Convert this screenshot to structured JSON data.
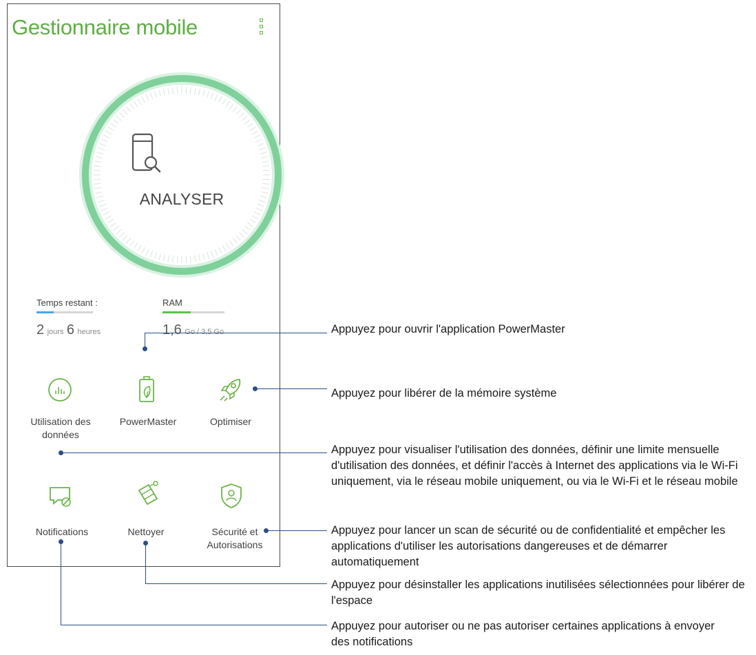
{
  "app": {
    "title": "Gestionnaire mobile",
    "accent_color": "#5fae44",
    "gauge_color": "#7fd09a",
    "menu_icon": "overflow-menu-icon"
  },
  "scan": {
    "label": "ANALYSER",
    "icon": "phone-search-icon"
  },
  "stats": {
    "battery": {
      "label": "Temps restant :",
      "value_days": "2",
      "unit_days": "jours",
      "value_hours": "6",
      "unit_hours": "heures",
      "bar_color": "#4aa8e0",
      "bar_fraction": 0.3
    },
    "ram": {
      "label": "RAM",
      "value": "1,6",
      "unit": "Go / 3,5 Go",
      "bar_color": "#5fbf4c",
      "bar_fraction": 0.46
    }
  },
  "tiles": [
    {
      "label": "Utilisation des données",
      "icon": "data-usage-icon"
    },
    {
      "label": "PowerMaster",
      "icon": "battery-leaf-icon"
    },
    {
      "label": "Optimiser",
      "icon": "rocket-icon"
    },
    {
      "label": "Notifications",
      "icon": "notification-block-icon"
    },
    {
      "label": "Nettoyer",
      "icon": "broom-icon"
    },
    {
      "label": "Sécurité et Autorisations",
      "icon": "shield-user-icon"
    }
  ],
  "callouts": {
    "powermaster": "Appuyez pour ouvrir l'application PowerMaster",
    "optimiser": "Appuyez pour libérer de la mémoire système",
    "data_usage": "Appuyez pour visualiser l'utilisation des données, définir une limite mensuelle d'utilisation des données, et définir l'accès à Internet des applications via le Wi-Fi uniquement, via le réseau mobile uniquement, ou via le Wi-Fi et le réseau mobile",
    "security": "Appuyez pour lancer un scan de sécurité ou de confidentialité et empêcher les applications d'utiliser les autorisations dangereuses et de démarrer automatiquement",
    "clean": "Appuyez pour désinstaller les applications inutilisées sélectionnées pour libérer de l'espace",
    "notifications": "Appuyez pour autoriser ou ne pas autoriser certaines applications à envoyer des notifications"
  },
  "leader_color": "#2a4f86"
}
